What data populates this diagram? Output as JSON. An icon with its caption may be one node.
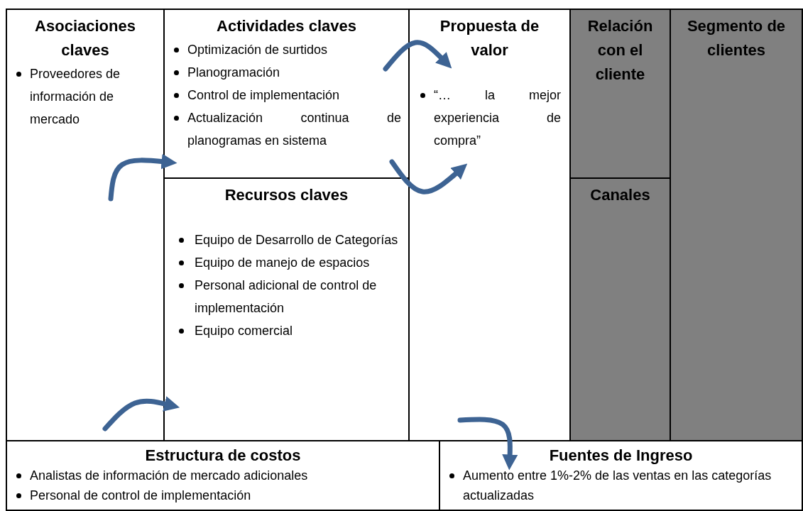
{
  "diagram": {
    "nodes": [
      {
        "text": [
          "Asociaciones claves",
          "Proveedores de información de mercado"
        ]
      },
      {
        "text": [
          "Actividades claves",
          "Optimización de surtidos",
          "Planogramación",
          "Control de implementación",
          "Actualización continua de planogramas en sistema"
        ]
      },
      {
        "text": [
          "Propuesta de valor",
          "“… la mejor experiencia de compra”"
        ]
      },
      {
        "text": [
          "Relación con el cliente"
        ]
      },
      {
        "text": [
          "Segmento de clientes"
        ]
      },
      {
        "text": [
          "Recursos claves",
          "Equipo de Desarrollo de Categorías",
          "Equipo de manejo de espacios",
          "Personal adicional de control de implementación",
          "Equipo comercial"
        ]
      },
      {
        "text": [
          "Canales"
        ]
      },
      {
        "text": [
          "Estructura de costos",
          "Analistas de información de mercado adicionales",
          "Personal de control de implementación"
        ]
      },
      {
        "text": [
          "Fuentes de Ingreso",
          "Aumento entre 1%-2% de las ventas en las categorías actualizadas"
        ]
      }
    ],
    "edges": [
      {
        "from": 0,
        "to": 1,
        "arrow": "to"
      },
      {
        "from": 1,
        "to": 2,
        "arrow": "to"
      },
      {
        "from": 1,
        "to": 2,
        "arrow": "to"
      },
      {
        "from": 0,
        "to": 5,
        "arrow": "to"
      },
      {
        "from": 2,
        "to": 8,
        "arrow": "to"
      }
    ]
  }
}
